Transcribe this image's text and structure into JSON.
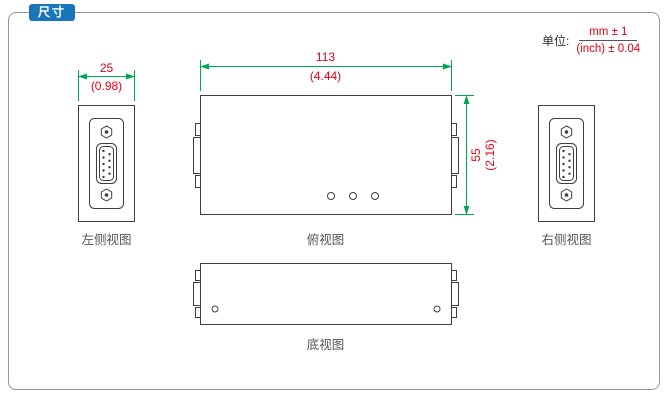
{
  "header": {
    "title": "尺寸",
    "unit_label": "单位:",
    "unit_mm": "mm ± 1",
    "unit_inch": "(inch) ± 0.04"
  },
  "dims": {
    "side_width_mm": "25",
    "side_width_inch": "(0.98)",
    "top_width_mm": "113",
    "top_width_inch": "(4.44)",
    "top_height_mm": "55",
    "top_height_inch": "(2.16)"
  },
  "views": {
    "left_label": "左侧视图",
    "top_label": "俯视图",
    "right_label": "右侧视图",
    "bottom_label": "底视图"
  },
  "colors": {
    "accent_blue": "#1b75bb",
    "dimension_green": "#00a651",
    "value_red": "#e60012",
    "device_line": "#3f3f3f",
    "frame_gray": "#8e989f"
  }
}
